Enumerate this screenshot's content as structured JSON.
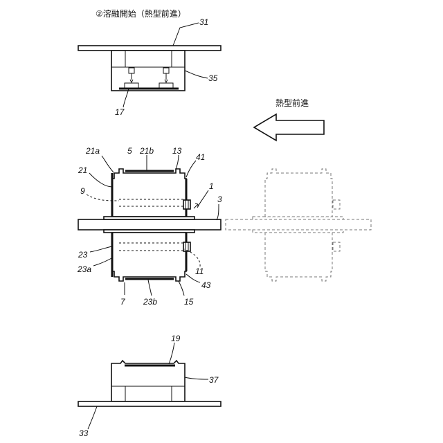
{
  "title": "②溶融開始（熱型前進）",
  "arrow_label": "熱型前進",
  "labels": {
    "l31": "31",
    "l35": "35",
    "l17": "17",
    "l21a": "21a",
    "l5": "5",
    "l21b": "21b",
    "l13": "13",
    "l41": "41",
    "l21": "21",
    "l9": "9",
    "l1": "1",
    "l3": "3",
    "l23": "23",
    "l23a": "23a",
    "l11": "11",
    "l43": "43",
    "l7": "7",
    "l23b": "23b",
    "l15": "15",
    "l19": "19",
    "l37": "37",
    "l33": "33"
  }
}
